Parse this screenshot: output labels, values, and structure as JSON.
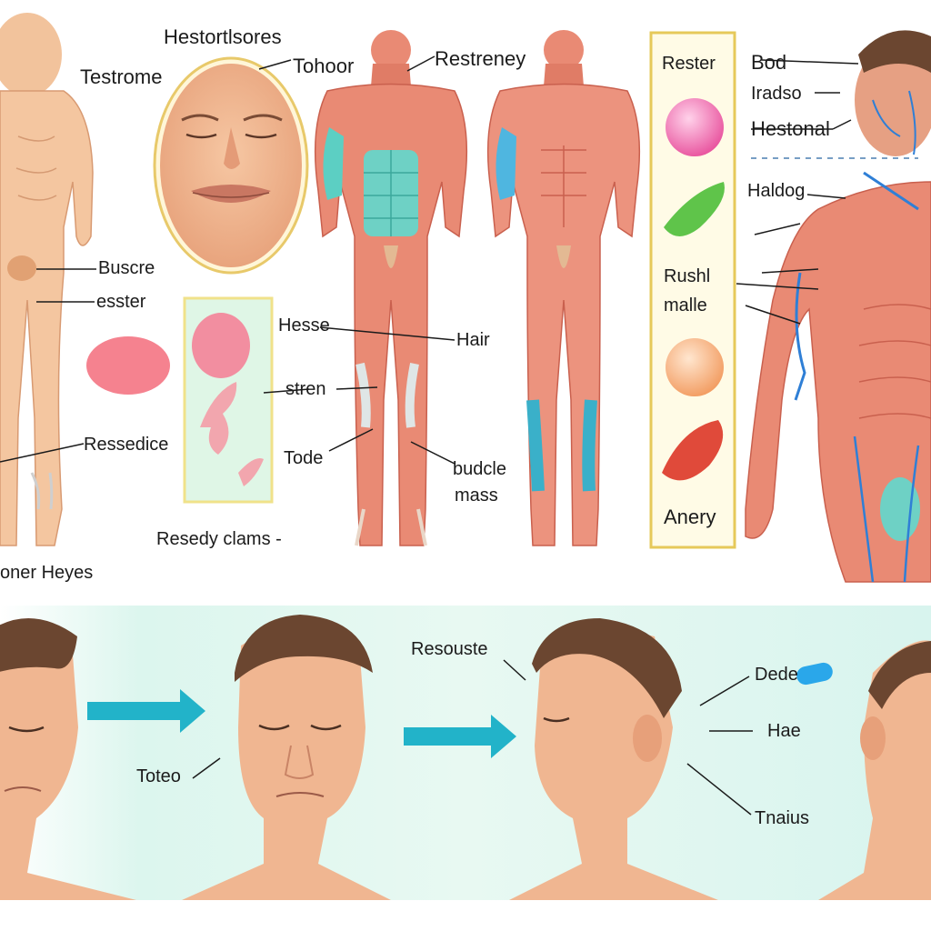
{
  "labels": {
    "hestortlsores": "Hestortlsores",
    "testrome": "Testrome",
    "tohoor": "Tohoor",
    "restreney": "Restreney",
    "buscre": "Buscre",
    "esster": "esster",
    "ressedice": "Ressedice",
    "resedy_clams": "Resedy clams -",
    "oner_heyes": "oner Heyes",
    "hesse": "Hesse",
    "hair": "Hair",
    "stren": "stren",
    "tode": "Tode",
    "budcle": "budcle",
    "mass": "mass",
    "rester": "Rester",
    "bod": "Bod",
    "iradso": "Iradso",
    "hestonal": "Hestonal",
    "haldog": "Haldog",
    "rushl": "Rushl",
    "malle": "malle",
    "anery": "Anery",
    "resouste": "Resouste",
    "toteo": "Toteo",
    "dede": "Dede",
    "hae": "Hae",
    "tnaius": "Tnaius"
  },
  "colors": {
    "skin": "#f4c6a0",
    "muscle": "#e98a74",
    "muscle_dark": "#c9604e",
    "tendon": "#dfe6e6",
    "teal": "#5ccfc3",
    "vein": "#2f7fd6",
    "hair": "#6b4630",
    "panel_yellow_border": "#e6c95a",
    "panel_green": "#dff6e6",
    "bottom_band": "#dff7f1",
    "arrow": "#22b3c9",
    "pill_pink": "#f06fb0",
    "pill_green": "#5fc44a",
    "pill_peach": "#f7b27f",
    "pill_red": "#e04a3a",
    "pill_blue": "#2aa7ea"
  },
  "icons": [
    "arrow-right-icon",
    "arrow-right-icon",
    "capsule-icon"
  ]
}
